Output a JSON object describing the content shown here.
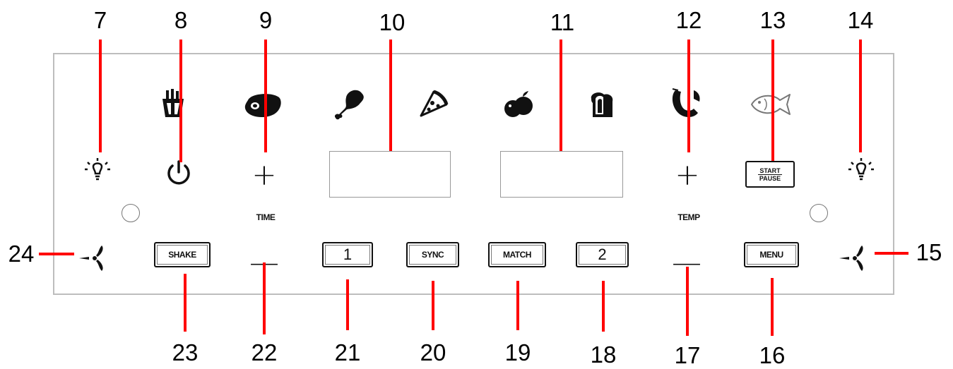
{
  "callouts": {
    "c7": "7",
    "c8": "8",
    "c9": "9",
    "c10": "10",
    "c11": "11",
    "c12": "12",
    "c13": "13",
    "c14": "14",
    "c15": "15",
    "c16": "16",
    "c17": "17",
    "c18": "18",
    "c19": "19",
    "c20": "20",
    "c21": "21",
    "c22": "22",
    "c23": "23",
    "c24": "24"
  },
  "panel": {
    "time_label": "TIME",
    "temp_label": "TEMP",
    "shake_label": "SHAKE",
    "zone1_label": "1",
    "sync_label": "SYNC",
    "match_label": "MATCH",
    "zone2_label": "2",
    "menu_label": "MENU",
    "start_label": "START",
    "pause_label": "PAUSE",
    "plus_symbol": "+",
    "minus_symbol": "—"
  },
  "icons": [
    "fries-icon",
    "steak-icon",
    "chicken-drumstick-icon",
    "pizza-icon",
    "vegetables-icon",
    "bread-icon",
    "shrimp-icon",
    "fish-icon",
    "light-icon",
    "power-icon",
    "fan-icon"
  ],
  "colors": {
    "leader": "#ff0000",
    "panel_border": "#bdbdbd",
    "ink": "#111111"
  }
}
